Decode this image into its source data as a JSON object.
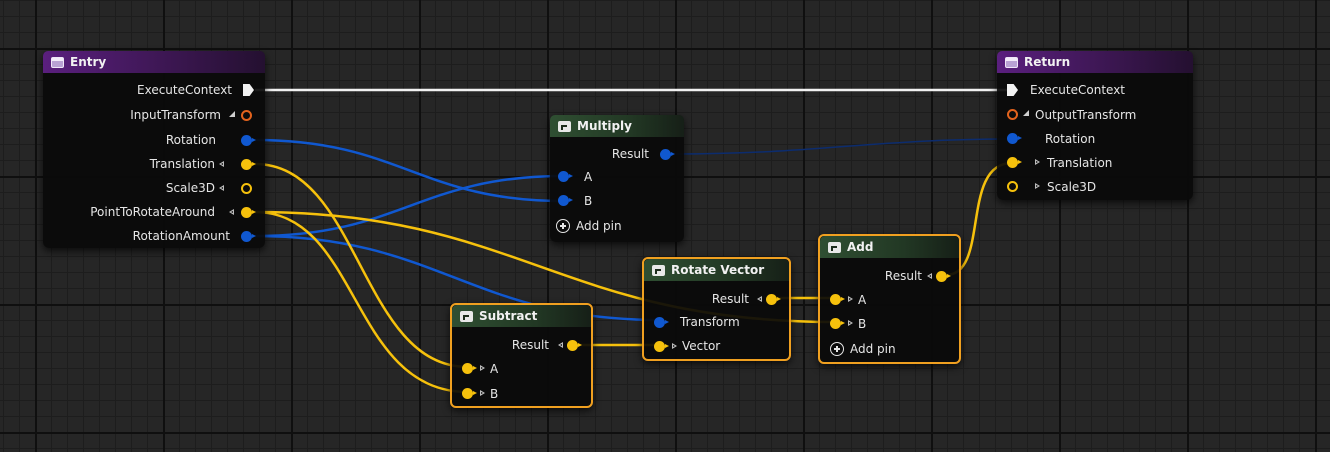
{
  "colors": {
    "exec": "#f2f2f2",
    "vector": "#f6c10c",
    "quat": "#1058d0",
    "transform": "#e3631d",
    "entry_header": "#5a1f7e",
    "function_header": "#2f4f32",
    "selection": "#f0a020"
  },
  "nodes": {
    "entry": {
      "title": "Entry",
      "icon": "event-icon",
      "pins": [
        "ExecuteContext",
        "InputTransform",
        "Rotation",
        "Translation",
        "Scale3D",
        "PointToRotateAround",
        "RotationAmount"
      ]
    },
    "multiply": {
      "title": "Multiply",
      "icon": "function-icon",
      "result": "Result",
      "a": "A",
      "b": "B",
      "add_pin": "Add pin"
    },
    "subtract": {
      "title": "Subtract",
      "icon": "function-icon",
      "result": "Result",
      "a": "A",
      "b": "B"
    },
    "rotate_vector": {
      "title": "Rotate Vector",
      "icon": "function-icon",
      "result": "Result",
      "transform": "Transform",
      "vector": "Vector"
    },
    "add": {
      "title": "Add",
      "icon": "function-icon",
      "result": "Result",
      "a": "A",
      "b": "B",
      "add_pin": "Add pin"
    },
    "return": {
      "title": "Return",
      "icon": "event-icon",
      "pins": [
        "ExecuteContext",
        "OutputTransform",
        "Rotation",
        "Translation",
        "Scale3D"
      ]
    }
  }
}
